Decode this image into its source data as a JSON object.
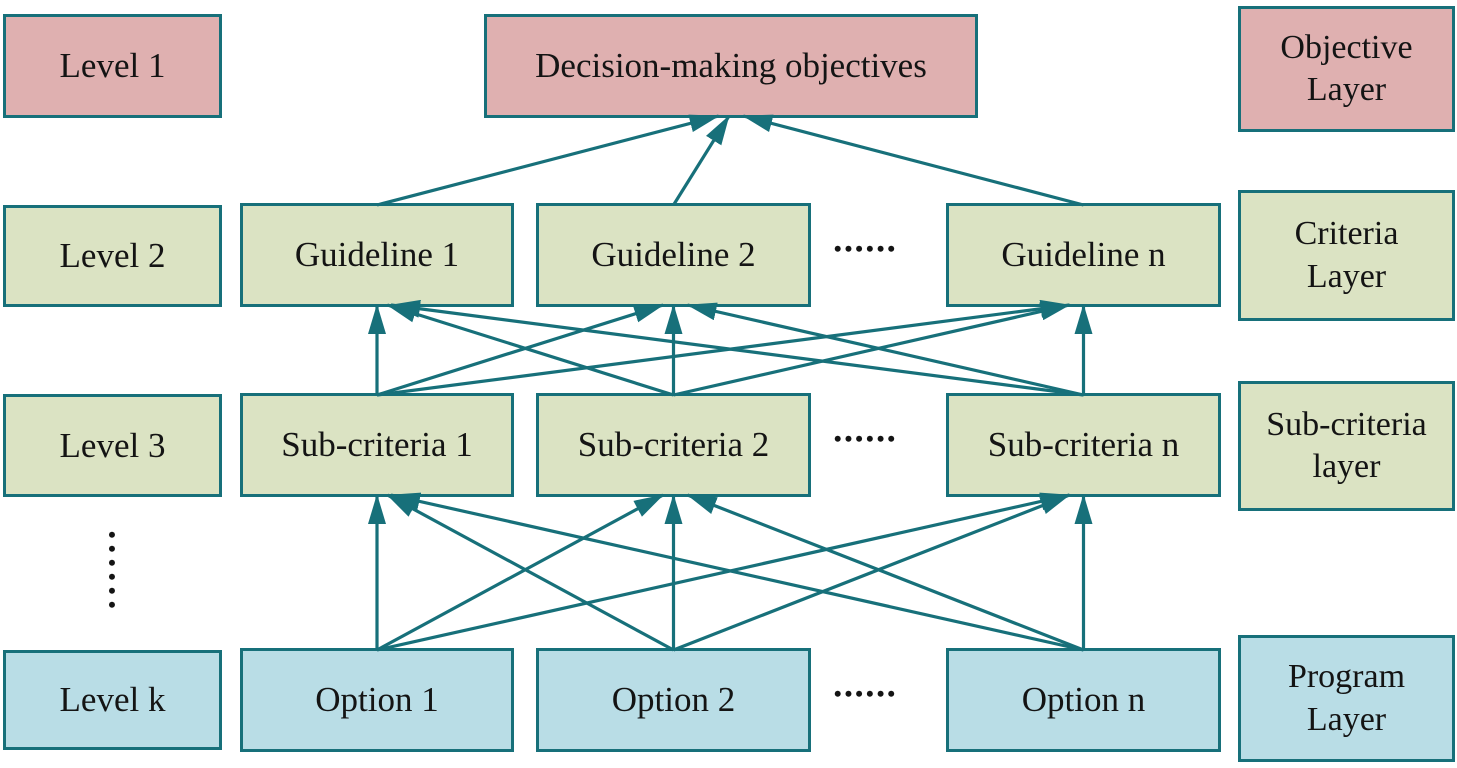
{
  "colors": {
    "pink": "#dfb0b0",
    "green": "#dbe3c3",
    "blue": "#b9dde6",
    "teal": "#17707a",
    "text": "#141414"
  },
  "boxes": {
    "level1": {
      "label": "Level 1"
    },
    "level2": {
      "label": "Level 2"
    },
    "level3": {
      "label": "Level 3"
    },
    "levelk": {
      "label": "Level k"
    },
    "objective": {
      "label": "Decision-making objectives"
    },
    "guideline1": {
      "label": "Guideline 1"
    },
    "guideline2": {
      "label": "Guideline 2"
    },
    "guidelinen": {
      "label": "Guideline n"
    },
    "subcriteria1": {
      "label": "Sub-criteria 1"
    },
    "subcriteria2": {
      "label": "Sub-criteria 2"
    },
    "subcriterian": {
      "label": "Sub-criteria n"
    },
    "option1": {
      "label": "Option 1"
    },
    "option2": {
      "label": "Option 2"
    },
    "optionn": {
      "label": "Option n"
    },
    "objective_layer": {
      "label": "Objective\nLayer"
    },
    "criteria_layer": {
      "label": "Criteria\nLayer"
    },
    "subcriteria_layer": {
      "label": "Sub-criteria\nlayer"
    },
    "program_layer": {
      "label": "Program\nLayer"
    }
  },
  "ellipsis": {
    "horizontal": "••••••",
    "vertical": "•\n•\n•\n•\n•\n•"
  },
  "edges": [
    {
      "from": "guideline1",
      "to": "objective"
    },
    {
      "from": "guideline2",
      "to": "objective"
    },
    {
      "from": "guidelinen",
      "to": "objective"
    },
    {
      "from": "subcriteria1",
      "to": "guideline1"
    },
    {
      "from": "subcriteria1",
      "to": "guideline2"
    },
    {
      "from": "subcriteria1",
      "to": "guidelinen"
    },
    {
      "from": "subcriteria2",
      "to": "guideline1"
    },
    {
      "from": "subcriteria2",
      "to": "guideline2"
    },
    {
      "from": "subcriteria2",
      "to": "guidelinen"
    },
    {
      "from": "subcriterian",
      "to": "guideline1"
    },
    {
      "from": "subcriterian",
      "to": "guideline2"
    },
    {
      "from": "subcriterian",
      "to": "guidelinen"
    },
    {
      "from": "option1",
      "to": "subcriteria1"
    },
    {
      "from": "option1",
      "to": "subcriteria2"
    },
    {
      "from": "option1",
      "to": "subcriterian"
    },
    {
      "from": "option2",
      "to": "subcriteria1"
    },
    {
      "from": "option2",
      "to": "subcriteria2"
    },
    {
      "from": "option2",
      "to": "subcriterian"
    },
    {
      "from": "optionn",
      "to": "subcriteria1"
    },
    {
      "from": "optionn",
      "to": "subcriteria2"
    },
    {
      "from": "optionn",
      "to": "subcriterian"
    }
  ]
}
